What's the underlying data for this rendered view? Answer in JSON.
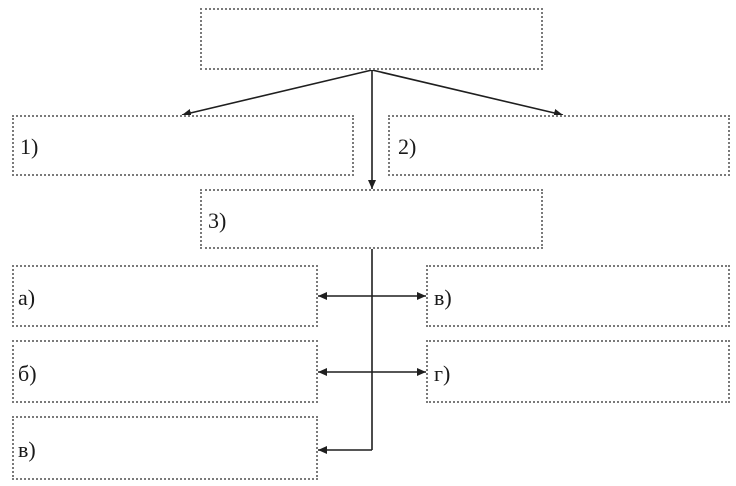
{
  "diagram": {
    "boxes": {
      "top": "",
      "item_1": "1)",
      "item_2": "2)",
      "item_3": "3)",
      "item_a": "а)",
      "item_b": "б)",
      "item_v_left": "в)",
      "item_v_right": "в)",
      "item_g": "г)"
    },
    "colors": {
      "line": "#1f1f1f",
      "border": "#7a7a7a"
    }
  }
}
